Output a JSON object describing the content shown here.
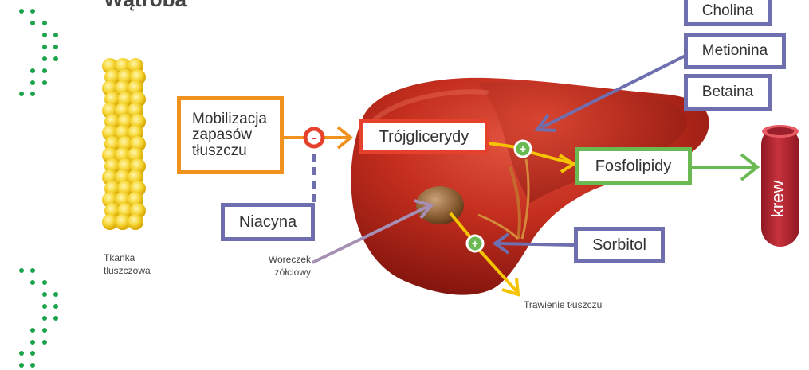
{
  "title": "Wątroba",
  "labels": {
    "adipose": "Tkanka\ntłuszczowa",
    "gallbladder": "Woreczek\nżółciowy",
    "digestion": "Trawienie tłuszczu",
    "blood": "krew"
  },
  "boxes": {
    "mobilization": "Mobilizacja\nzapasów\ntłuszczu",
    "triglycerides": "Trójglicerydy",
    "phospholipids": "Fosfolipidy",
    "niacin": "Niacyna",
    "choline": "Cholina",
    "methionine": "Metionina",
    "betaine": "Betaina",
    "sorbitol": "Sorbitol"
  },
  "symbols": {
    "minus": "-",
    "plus": "+"
  },
  "colors": {
    "orange": "#f0931e",
    "red": "#e6412c",
    "green": "#6ab952",
    "purple": "#6f6fb0",
    "yellow": "#f4c400",
    "dots": "#1aa34a",
    "blood": "#b51d2b"
  }
}
